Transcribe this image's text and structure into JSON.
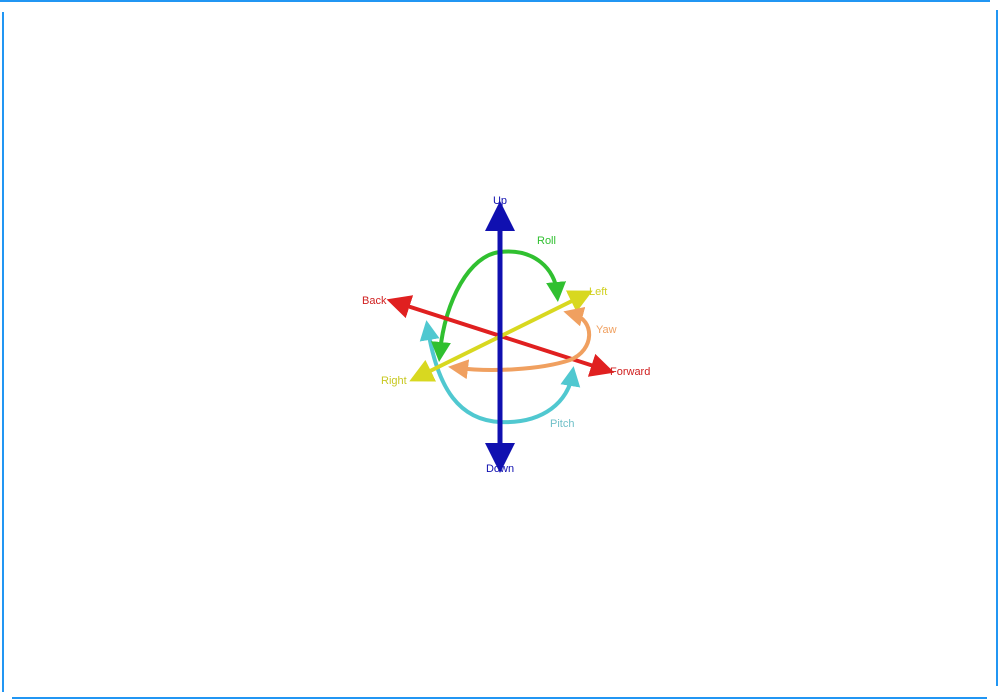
{
  "labels": {
    "up": "Up",
    "down": "Down",
    "back": "Back",
    "forward": "Forward",
    "left": "Left",
    "right": "Right",
    "roll": "Roll",
    "yaw": "Yaw",
    "pitch": "Pitch"
  },
  "colors": {
    "frame": "#2196f3",
    "up_down": "#1010b0",
    "back_forward": "#e02020",
    "left_right": "#d8d820",
    "roll": "#30c030",
    "yaw": "#f0a060",
    "pitch": "#50c8d0"
  }
}
